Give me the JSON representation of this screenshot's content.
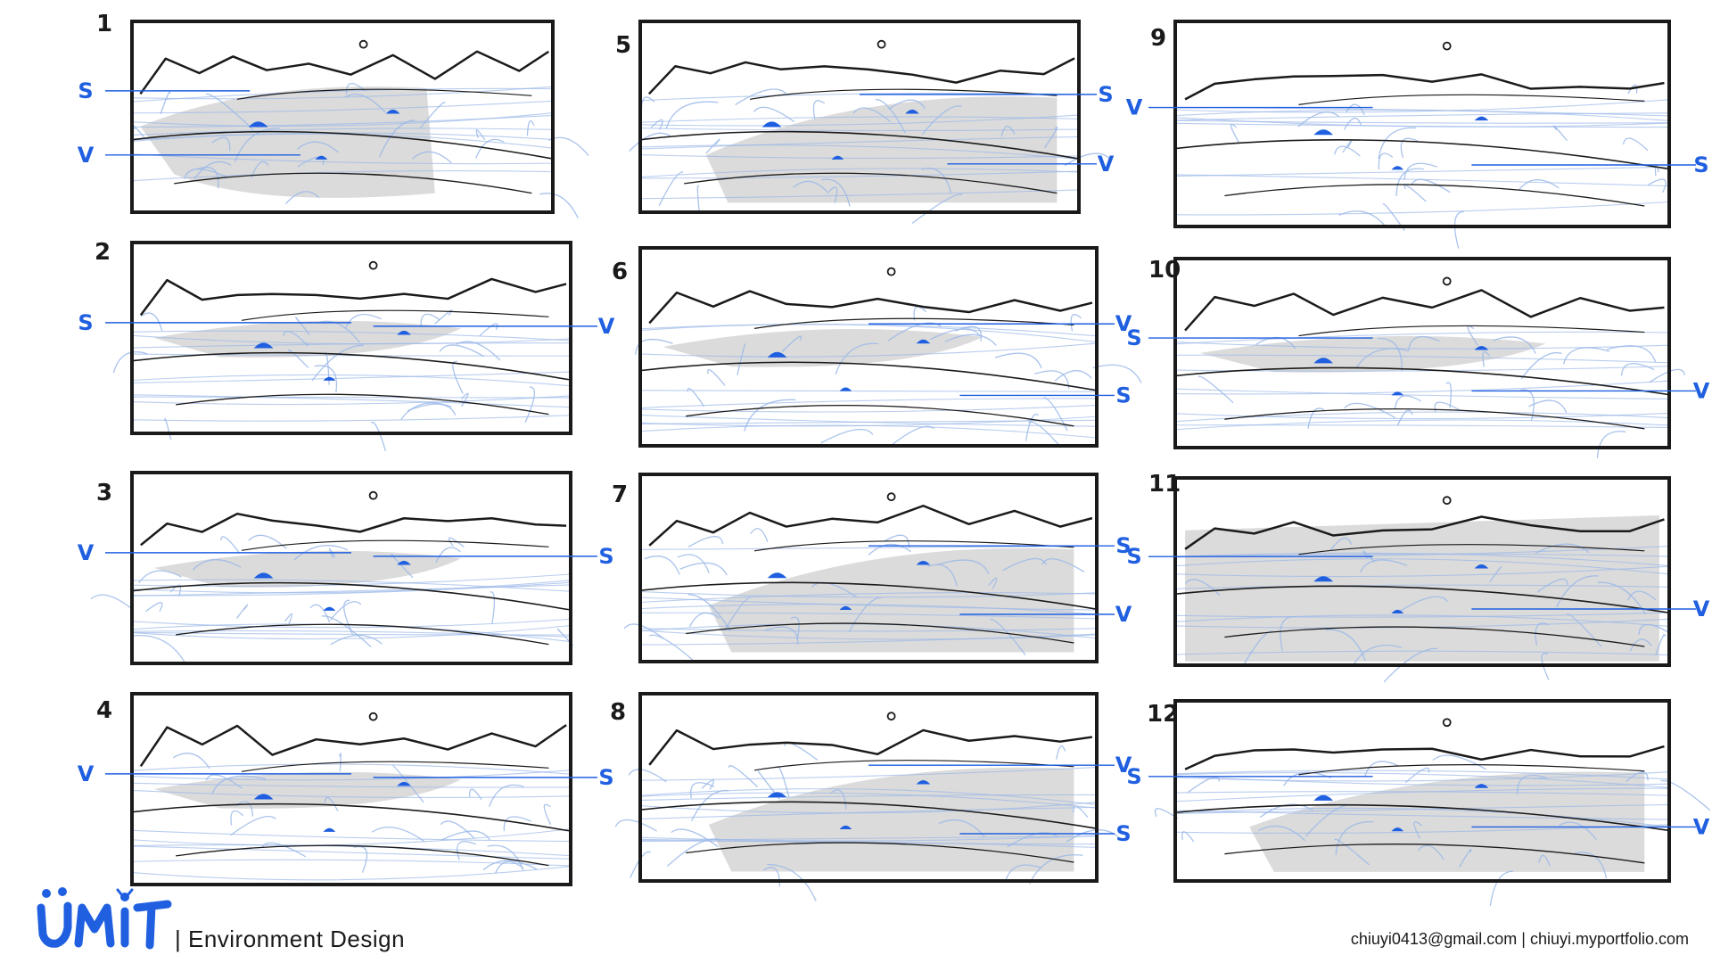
{
  "frames": [
    {
      "number": "1"
    },
    {
      "number": "2"
    },
    {
      "number": "3"
    },
    {
      "number": "4"
    },
    {
      "number": "5"
    },
    {
      "number": "6"
    },
    {
      "number": "7"
    },
    {
      "number": "8"
    },
    {
      "number": "9"
    },
    {
      "number": "10"
    },
    {
      "number": "11"
    },
    {
      "number": "12"
    }
  ],
  "markers": {
    "settlement": "S",
    "village": "V"
  },
  "footer": {
    "logo_text": "ÜMIT",
    "title": "| Environment Design",
    "contact": "chiuyi0413@gmail.com | chiuyi.myportfolio.com"
  },
  "colors": {
    "ink": "#1a1a1a",
    "pencil_blue": "#9bb8e8",
    "marker_blue": "#1f5fe0",
    "grey_fill": "#d9d9d9"
  }
}
